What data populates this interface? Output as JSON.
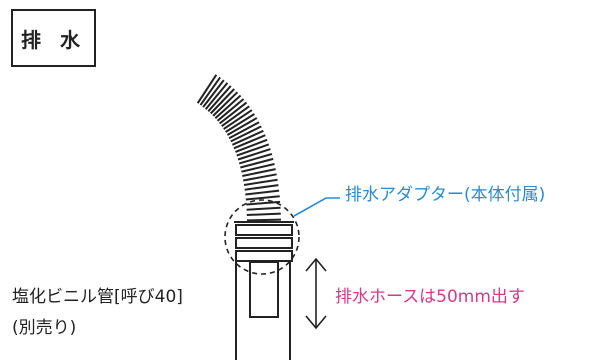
{
  "title": "排 水",
  "labels": {
    "adapter": "排水アダプター(本体付属)",
    "hose_extension": "排水ホースは50mm出す",
    "pipe": "塩化ビニル管[呼び40]",
    "pipe_note": "(別売り)"
  },
  "colors": {
    "adapter_label": "#2a8bd0",
    "hose_label": "#d43a8c",
    "line_art": "#222222"
  }
}
